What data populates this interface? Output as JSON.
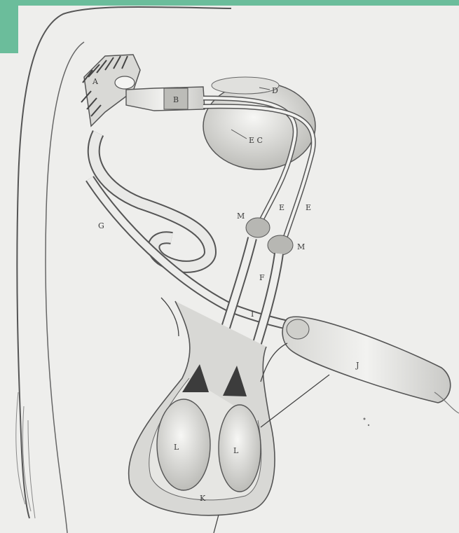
{
  "colors": {
    "accent": "#6bbd9b",
    "paper": "#eeeeec",
    "ink": "#3a3a3a"
  },
  "labels": {
    "a": "A",
    "b": "B",
    "d": "D",
    "e_c": "E C",
    "e1": "E",
    "e2": "E",
    "g": "G",
    "m1": "M",
    "m2": "M",
    "f": "F",
    "i": "I",
    "j": "J",
    "l1": "L",
    "l2": "L",
    "k": "K"
  }
}
